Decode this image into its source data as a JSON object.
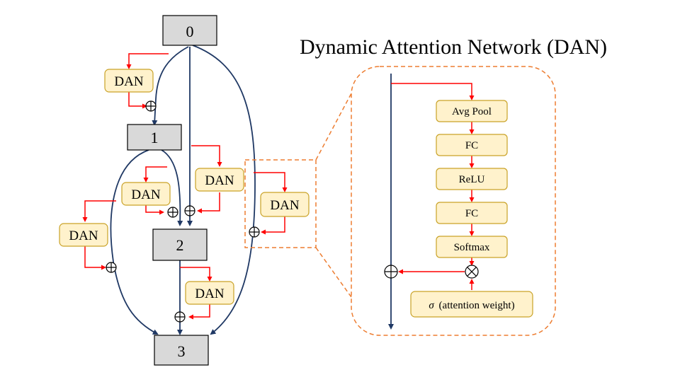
{
  "title": "Dynamic Attention Network (DAN)",
  "nodes": [
    "0",
    "1",
    "2",
    "3"
  ],
  "dan_label": "DAN",
  "dan_blocks": [
    "Avg Pool",
    "FC",
    "ReLU",
    "FC",
    "Softmax"
  ],
  "attention_label_symbol": "σ",
  "attention_label_text": "(attention weight)",
  "colors": {
    "node_fill": "#d9d9d9",
    "dan_fill": "#fff2cc",
    "dan_stroke": "#c9a227",
    "dark_line": "#1f3864",
    "red_line": "#ff0000",
    "dashed_orange": "#ed7d31"
  }
}
